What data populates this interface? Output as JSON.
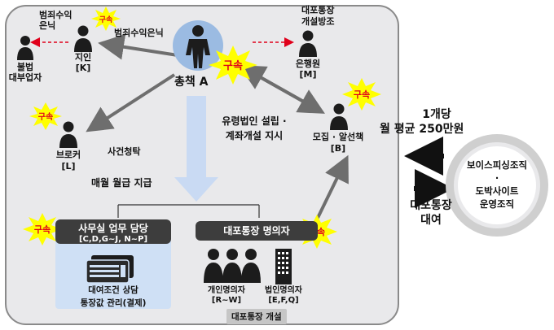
{
  "boss": {
    "label": "총책 A"
  },
  "criminal_proceeds_note": "범죄수익\n은닉",
  "acquaintance": {
    "label": "지인\n[K]"
  },
  "illegal_lender": {
    "label": "불법\n대부업자"
  },
  "proceeds_hiding": "범죄수익은닉",
  "bank_teller": {
    "note": "대포통장\n개설방조",
    "label": "은행원\n[M]"
  },
  "broker": {
    "label": "브로커\n[L]",
    "note1": "사건청탁",
    "note2": "매월 월급 지급"
  },
  "recruiter": {
    "label": "모집 · 알선책\n[B]"
  },
  "instruction": "유령법인 설립 ·\n계좌개설 지시",
  "office": {
    "title": "사무실 업무 담당",
    "members": "[C,D,G~J, N~P]",
    "duty1": "대여조건 상담",
    "duty2": "통장값 관리(결제)"
  },
  "holders": {
    "title": "대포통장 명의자",
    "individual": "개인명의자\n[R~W]",
    "corporate": "법인명의자\n[E,F,Q]",
    "opening": "대포통장 개설"
  },
  "arrest_label": "구속",
  "rental": {
    "line1": "1개당",
    "line2": "월 평균 250만원",
    "line3": "대포통장\n대여"
  },
  "external_org": {
    "line1": "보이스피싱조직",
    "line2": "·",
    "line3": "도박사이트",
    "line4": "운영조직"
  },
  "colors": {
    "arrest_fill": "#ffff00",
    "arrest_text": "#e0001b",
    "panel": "#e9e9eb",
    "dashed_arrow": "#e0001b",
    "office_box": "#cfe0f5",
    "down_arrow": "#c9daf3"
  }
}
